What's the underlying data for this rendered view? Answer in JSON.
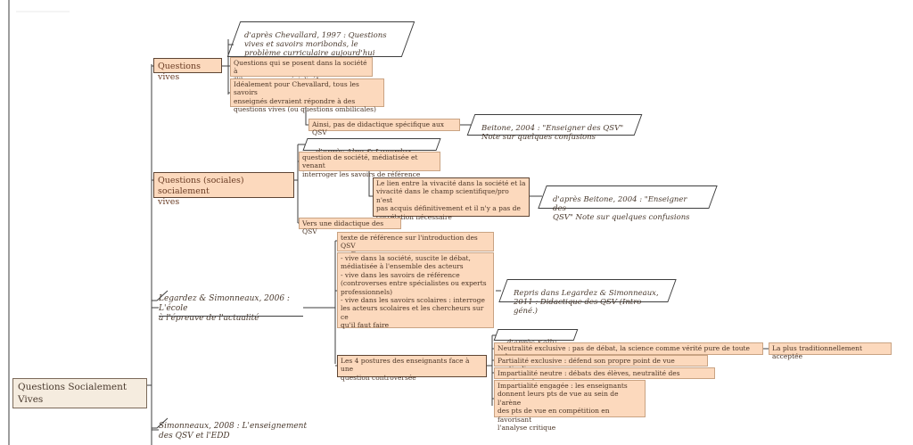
{
  "root": "Questions Socialement Vives",
  "branches": {
    "qv": {
      "label": "Questions vives",
      "note1": "d'après Chevallard, 1997 : Questions\nvives et savoirs moribonds, le\nproblème curriculaire aujourd'hui",
      "b1": "Questions qui se posent dans la société à\n\"l'homme non-spécialisé\"",
      "b2": "Idéalement pour Chevallard, tous les savoirs\nenseignés devraient répondre à des\nquestions vives (ou questions ombilicales)",
      "b3": "Ainsi, pas de didactique spécifique aux QSV",
      "note2": "Beitone, 2004 : \"Enseigner des QSV\"\nNote sur quelques confusions"
    },
    "qsv": {
      "label": "Questions (sociales) socialement\nvives",
      "note1": "d'après Alpe & Legardez, 2001 :",
      "b1": "question de société, médiatisée et venant\ninterroger les savoirs de référence",
      "b2": "Le lien entre la vivacité dans la société et la\nvivacité dans le champ scientifique/pro n'est\npas acquis définitivement et il n'y a pas de\ncorrélation nécessaire",
      "note2": "d'après Beitone, 2004 : \"Enseigner des\nQSV\" Note sur quelques confusions",
      "b3": "Vers une didactique des QSV"
    },
    "legardez": {
      "label": "Legardez & Simonneaux, 2006 : L'école\nà l'épreuve de l'actualité",
      "b1": "texte de référence sur l'introduction des QSV\nen France",
      "b2": "- vive dans la société, suscite le débat,\nmédiatisée à l'ensemble des acteurs\n- vive dans les savoirs de référence\n(controverses entre spécialistes ou experts\nprofessionnels)\n- vive dans les savoirs scolaires : interroge\nles acteurs scolaires et les chercheurs sur ce\nqu'il faut faire",
      "note1": "Repris dans Legardez & Simonneaux,\n2011 : Didactique des QSV (Intro géné.)",
      "postures": "Les 4 postures des enseignants face à une\nquestion controversée",
      "kelly": "d'après Kelly",
      "p1": "Neutralité exclusive : pas de débat, la science comme vérité pure de toute valeur",
      "p1note": "La plus traditionnellement acceptée",
      "p2": "Partialité exclusive : défend son propre point de vue particulier",
      "p3": "Impartialité neutre : débats des élèves, neutralité des enseignants",
      "p4": "Impartialité engagée : les enseignants\ndonnent leurs pts de vue au sein de l'arène\ndes pts de vue en compétition en favorisant\nl'analyse critique"
    },
    "simonneaux": {
      "label": "Simonneaux, 2008 : L'enseignement\ndes QSV et l'EDD"
    }
  }
}
